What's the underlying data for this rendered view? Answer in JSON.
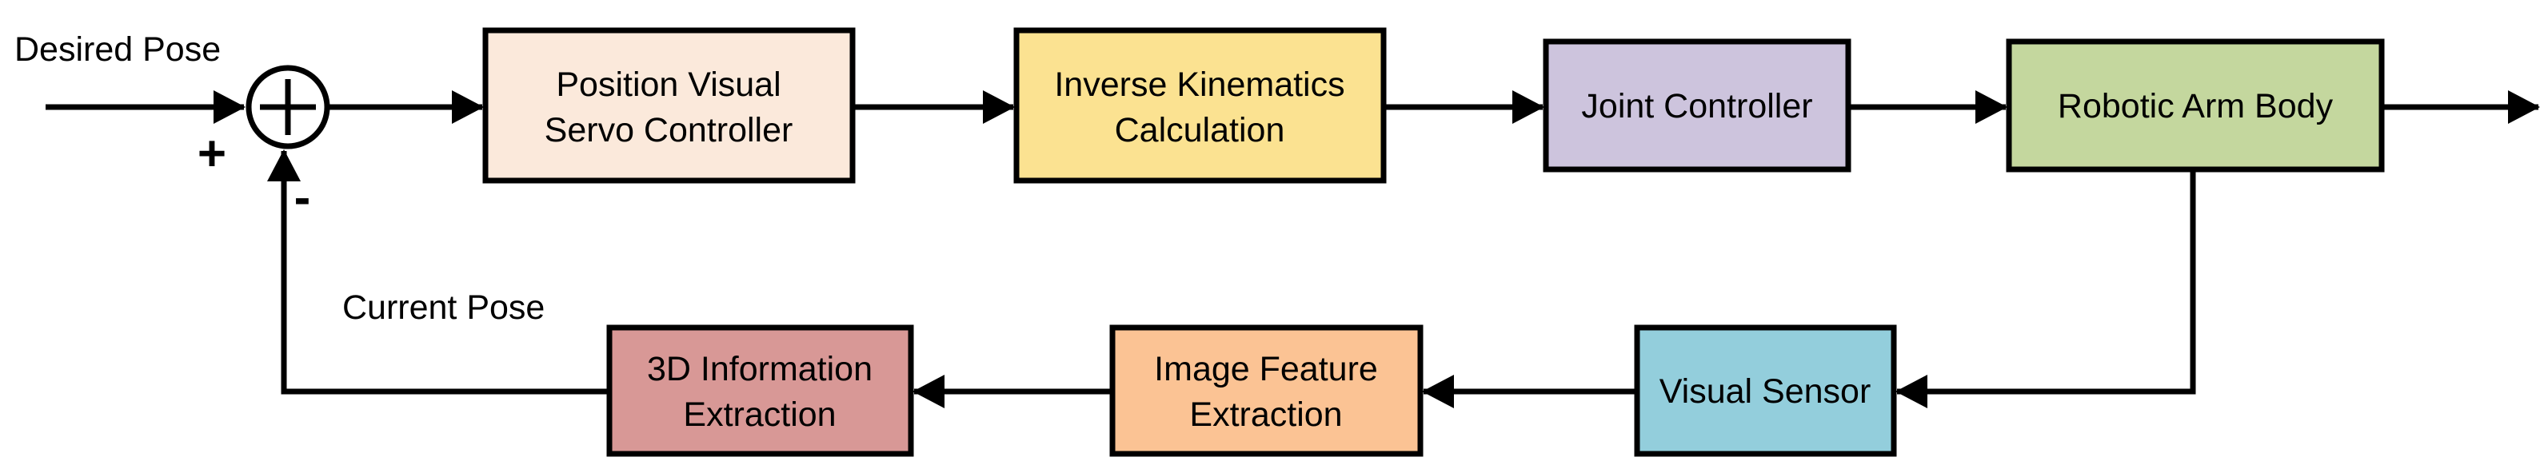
{
  "diagram": {
    "labels": {
      "desired_pose": "Desired Pose",
      "current_pose": "Current Pose",
      "plus": "+",
      "minus": "-"
    },
    "summing_junction": {
      "symbol": "plus-in-circle"
    },
    "blocks": [
      {
        "id": "position-visual-servo-controller",
        "line1": "Position Visual",
        "line2": "Servo Controller",
        "color": "#FBE9DB"
      },
      {
        "id": "inverse-kinematics-calculation",
        "line1": "Inverse Kinematics",
        "line2": "Calculation",
        "color": "#FBE291"
      },
      {
        "id": "joint-controller",
        "line1": "Joint Controller",
        "line2": "",
        "color": "#CDC4DD"
      },
      {
        "id": "robotic-arm-body",
        "line1": "Robotic Arm Body",
        "line2": "",
        "color": "#C4D79E"
      },
      {
        "id": "visual-sensor",
        "line1": "Visual Sensor",
        "line2": "",
        "color": "#93CEDC"
      },
      {
        "id": "image-feature-extraction",
        "line1": "Image Feature",
        "line2": "Extraction",
        "color": "#FBC394"
      },
      {
        "id": "3d-information-extraction",
        "line1": "3D Information",
        "line2": "Extraction",
        "color": "#D89896"
      }
    ],
    "colors": {
      "stroke": "#000000",
      "background": "#FFFFFF"
    }
  }
}
